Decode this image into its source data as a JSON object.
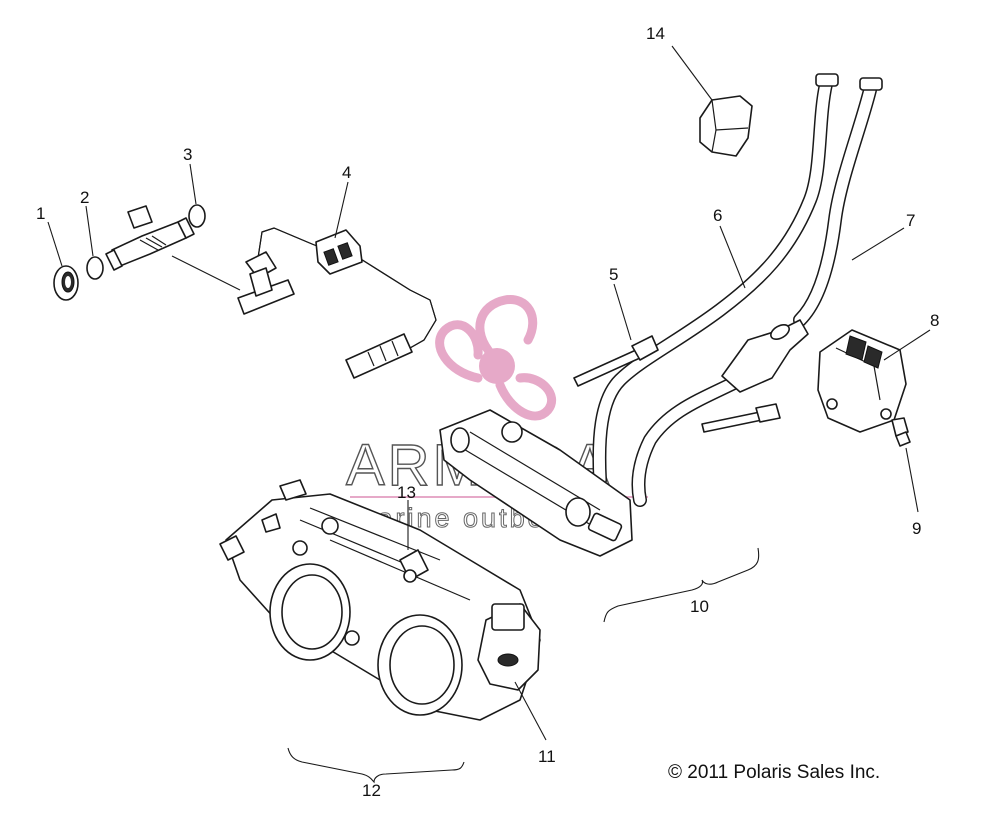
{
  "callouts": [
    {
      "id": "1",
      "label": "1"
    },
    {
      "id": "2",
      "label": "2"
    },
    {
      "id": "3",
      "label": "3"
    },
    {
      "id": "4",
      "label": "4"
    },
    {
      "id": "5",
      "label": "5"
    },
    {
      "id": "6",
      "label": "6"
    },
    {
      "id": "7",
      "label": "7"
    },
    {
      "id": "8",
      "label": "8"
    },
    {
      "id": "9",
      "label": "9"
    },
    {
      "id": "10",
      "label": "10"
    },
    {
      "id": "11",
      "label": "11"
    },
    {
      "id": "12",
      "label": "12"
    },
    {
      "id": "13",
      "label": "13"
    },
    {
      "id": "14",
      "label": "14"
    }
  ],
  "watermark": {
    "brand": "ARMADA",
    "tagline": "marine outboards",
    "logo_color": "#e6a9c8",
    "logo_icon": "propeller-icon"
  },
  "copyright": "© 2011 Polaris Sales Inc."
}
